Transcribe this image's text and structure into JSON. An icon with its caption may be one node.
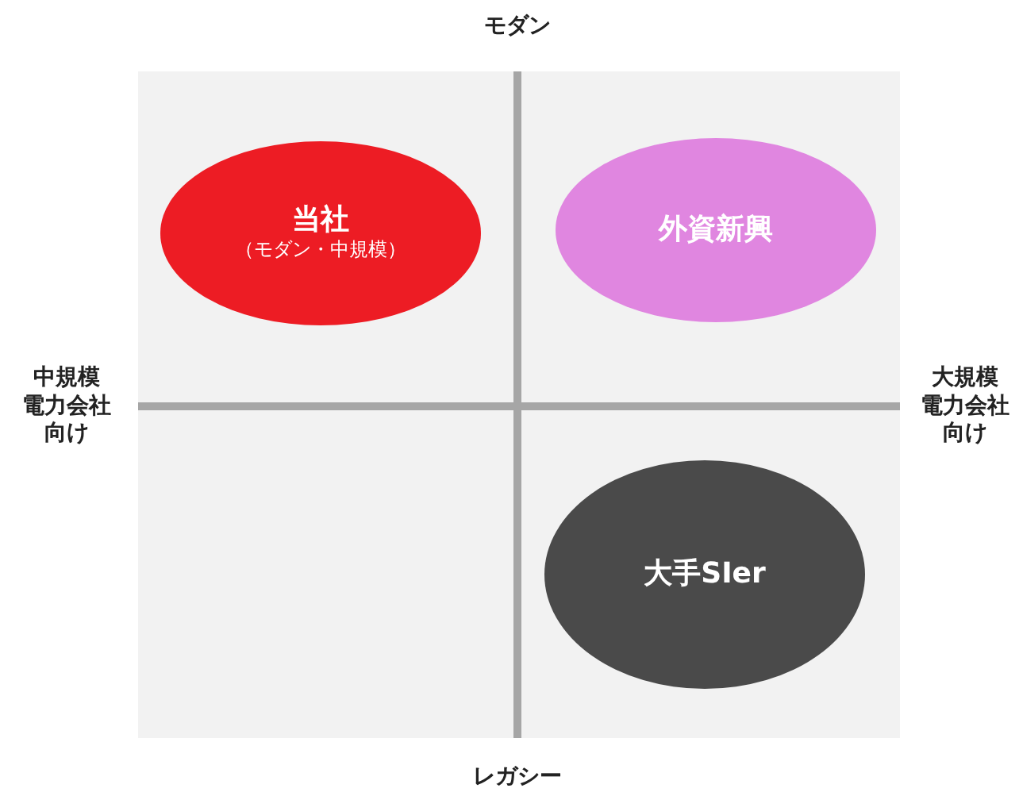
{
  "diagram": {
    "nodes": [
      {
        "text": [
          "当社",
          "（モダン・中規模）"
        ]
      },
      {
        "text": [
          "外資新興"
        ]
      },
      {
        "text": [
          "大手SIer"
        ]
      }
    ],
    "labels": [
      "モダン",
      "中規模電力会社向け",
      "大規模電力会社向け",
      "レガシー"
    ]
  }
}
